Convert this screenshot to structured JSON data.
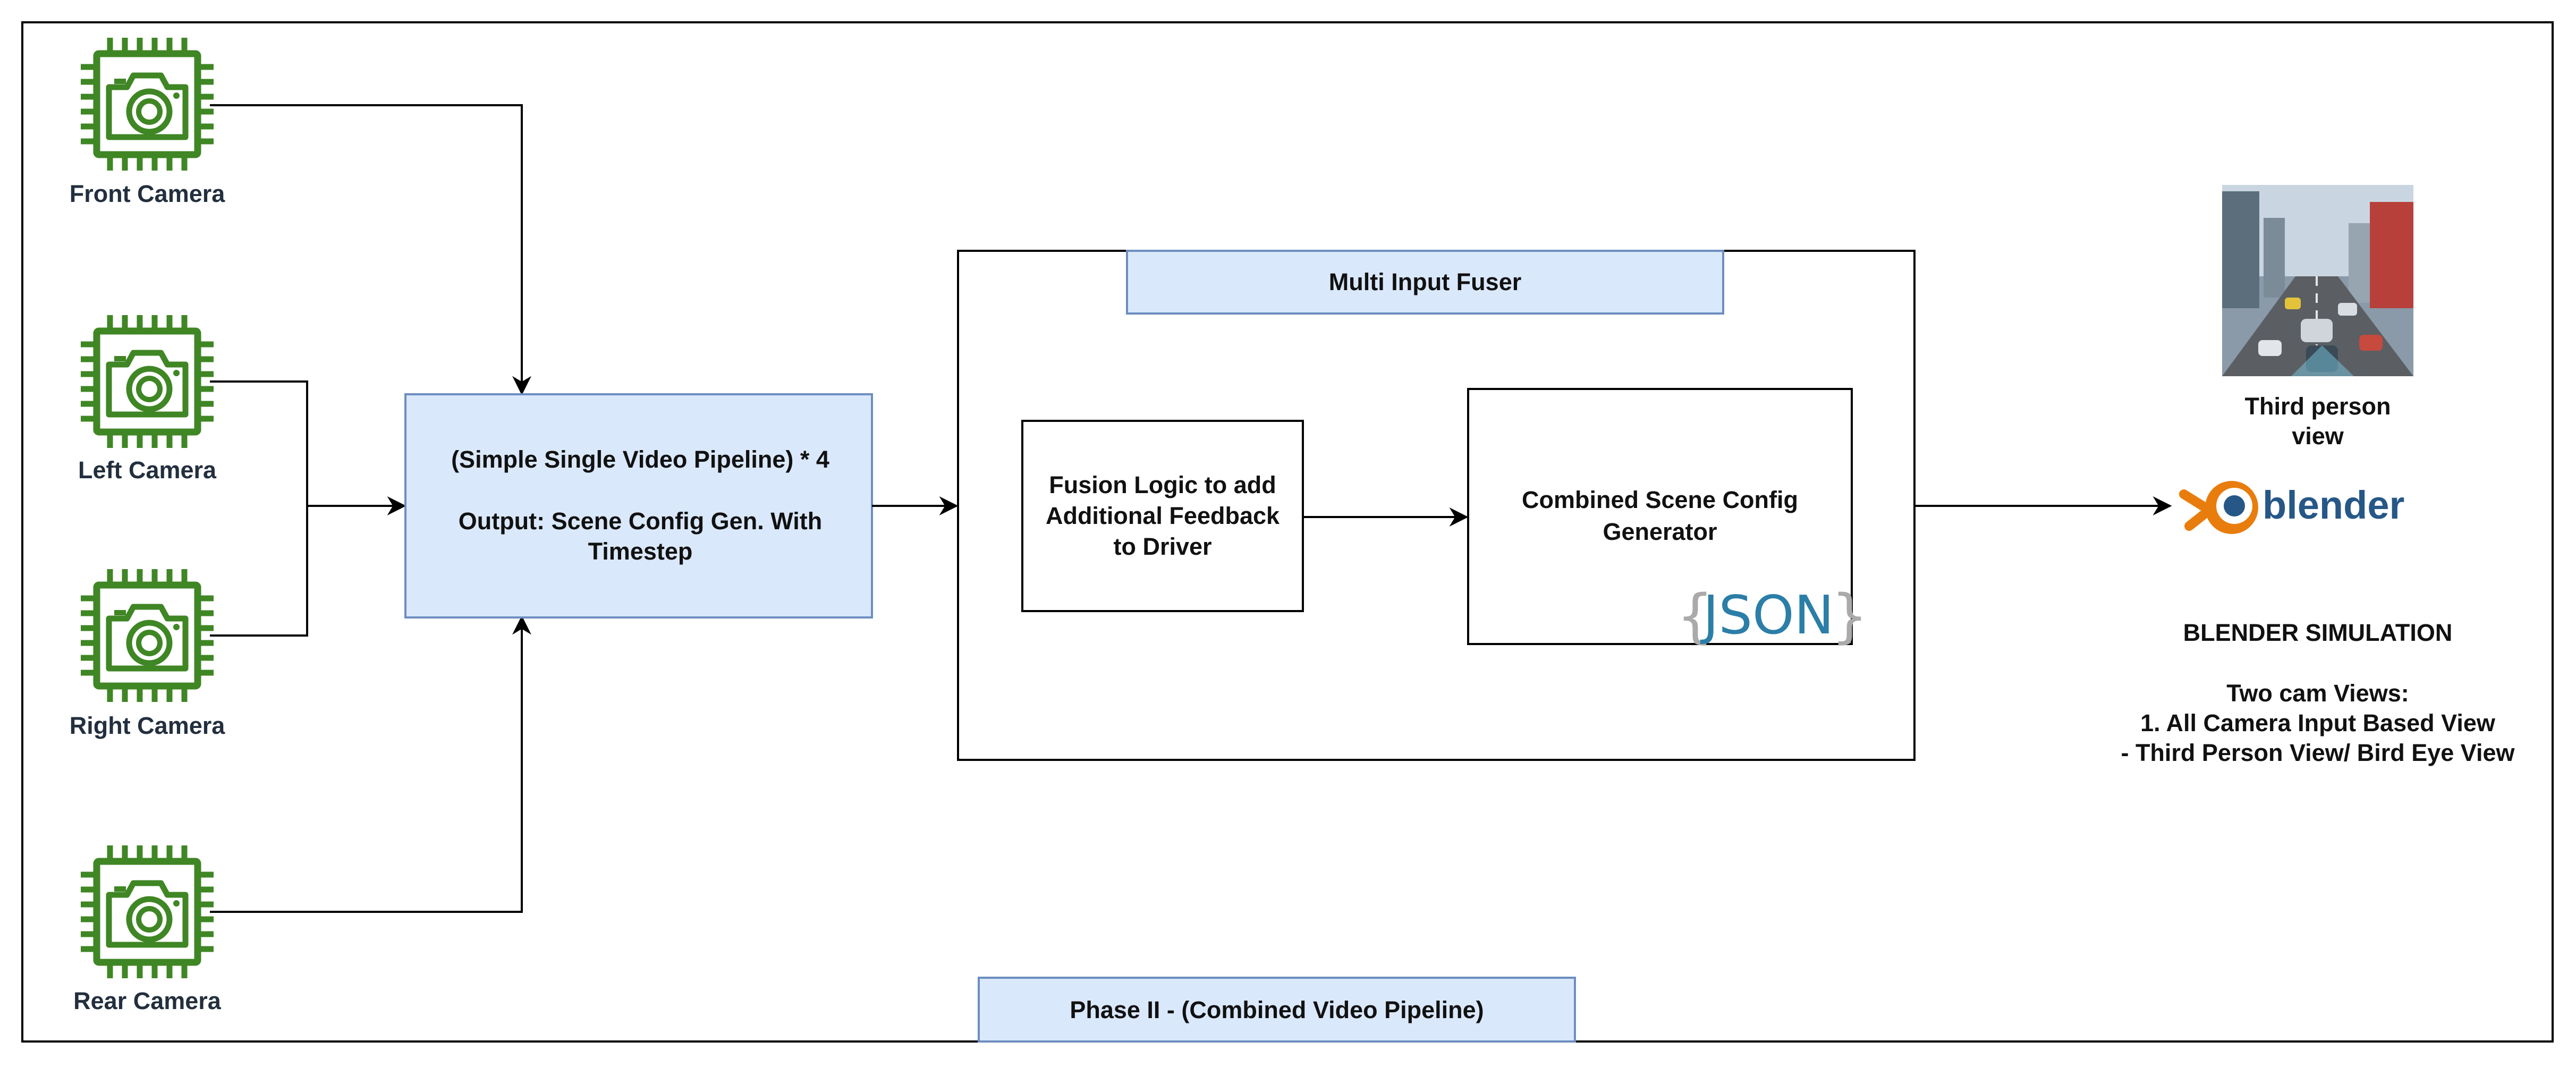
{
  "cameras": [
    {
      "label": "Front Camera"
    },
    {
      "label": "Left Camera"
    },
    {
      "label": "Right Camera"
    },
    {
      "label": "Rear Camera"
    }
  ],
  "pipeline": {
    "line1": "(Simple Single Video Pipeline) * 4",
    "line2": "Output: Scene Config Gen. With",
    "line3": "Timestep"
  },
  "fuser": {
    "title": "Multi Input Fuser",
    "fusion_logic": [
      "Fusion Logic to add",
      "Additional Feedback",
      "to Driver"
    ],
    "combined": [
      "Combined Scene Config",
      "Generator"
    ],
    "json_logo": {
      "open": "{",
      "word": "JSON",
      "close": "}"
    }
  },
  "output": {
    "third_person": [
      "Third person",
      "view"
    ],
    "blender_logo_text": "blender",
    "sim_title": "BLENDER SIMULATION",
    "views": [
      "Two cam Views:",
      "1. All Camera Input Based View",
      "- Third Person View/ Bird Eye View"
    ]
  },
  "phase_label": "Phase II - (Combined Video Pipeline)",
  "colors": {
    "camera_icon": "#3f8624",
    "box_fill": "#dae8fc",
    "box_stroke": "#6c8ebf",
    "json_blue": "#2b7ea7",
    "blender_orange": "#e87d0d",
    "blender_blue": "#265787"
  },
  "icons": [
    "camera-chip-icon",
    "third-person-road-image",
    "blender-logo-icon",
    "json-logo-icon"
  ]
}
